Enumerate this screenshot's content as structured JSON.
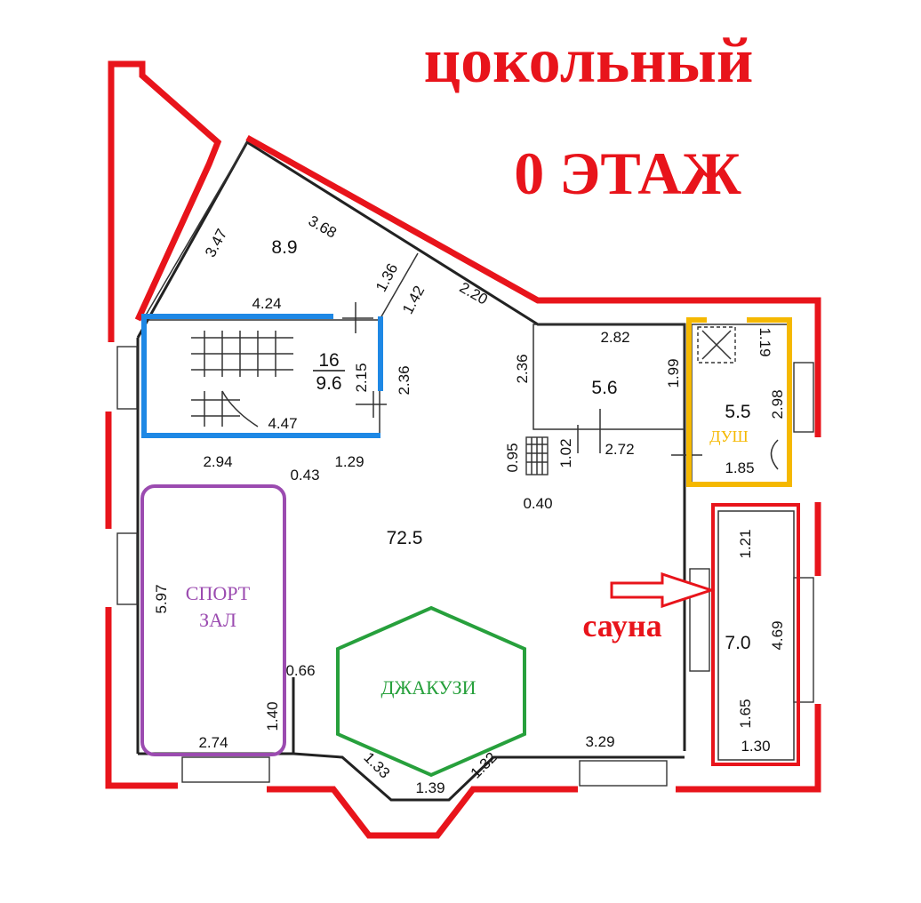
{
  "title": {
    "line1": "цокольный",
    "line2": "0  ЭТАЖ"
  },
  "areas": {
    "top_room": "8.9",
    "stairs_number": "16",
    "stairs": "9.6",
    "room": "5.6",
    "shower": "5.5",
    "main_hall": "72.5",
    "sauna": "7.0"
  },
  "labels": {
    "shower": "ДУШ",
    "gym_line1": "СПОРТ",
    "gym_line2": "ЗАЛ",
    "jacuzzi": "ДЖАКУЗИ",
    "sauna": "сауна"
  },
  "dimensions": {
    "d347": "3.47",
    "d368": "3.68",
    "d136": "1.36",
    "d142": "1.42",
    "d220": "2.20",
    "d424": "4.24",
    "d215": "2.15",
    "d236a": "2.36",
    "d447": "4.47",
    "d294": "2.94",
    "d043": "0.43",
    "d129": "1.29",
    "d236b": "2.36",
    "d282": "2.82",
    "d199": "1.99",
    "d272": "2.72",
    "d095": "0.95",
    "d102": "1.02",
    "d040": "0.40",
    "d119": "1.19",
    "d298": "2.98",
    "d185": "1.85",
    "d121": "1.21",
    "d469": "4.69",
    "d165": "1.65",
    "d130": "1.30",
    "d597": "5.97",
    "d140": "1.40",
    "d274": "2.74",
    "d066": "0.66",
    "d133": "1.33",
    "d139": "1.39",
    "d132": "1.32",
    "d329": "3.29"
  },
  "colors": {
    "outline": "#e8141b",
    "stairs_highlight": "#1e88e5",
    "shower_highlight": "#f5b800",
    "gym_highlight": "#9b4bb0",
    "jacuzzi_highlight": "#27a03c",
    "sauna_highlight": "#e8141b"
  }
}
